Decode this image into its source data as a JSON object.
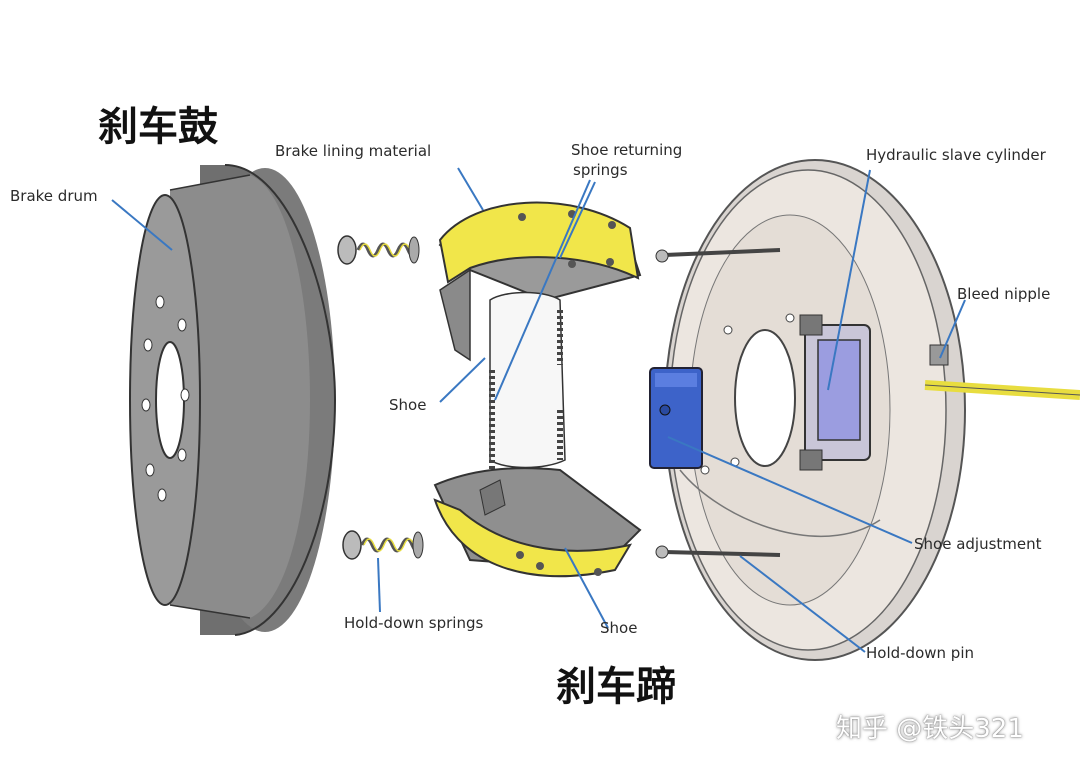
{
  "titles": {
    "drum": "刹车鼓",
    "shoe": "刹车蹄"
  },
  "labels": {
    "brake_drum": "Brake drum",
    "brake_lining_material": "Brake lining material",
    "shoe_returning_springs_line1": "Shoe returning",
    "shoe_returning_springs_line2": "springs",
    "hydraulic_slave_cylinder": "Hydraulic slave cylinder",
    "bleed_nipple": "Bleed nipple",
    "shoe_upper": "Shoe",
    "shoe_lower": "Shoe",
    "shoe_adjustment": "Shoe adjustment",
    "hold_down_springs": "Hold-down springs",
    "hold_down_pin": "Hold-down pin"
  },
  "watermark": "知乎 @铁头321",
  "colors": {
    "leader": "#3a78c2",
    "lining": "#f1e64a",
    "metal": "#8f8f8f",
    "plate": "#ece6e0",
    "cylinder": "#9b9de0",
    "adjuster": "#3d63c9"
  }
}
